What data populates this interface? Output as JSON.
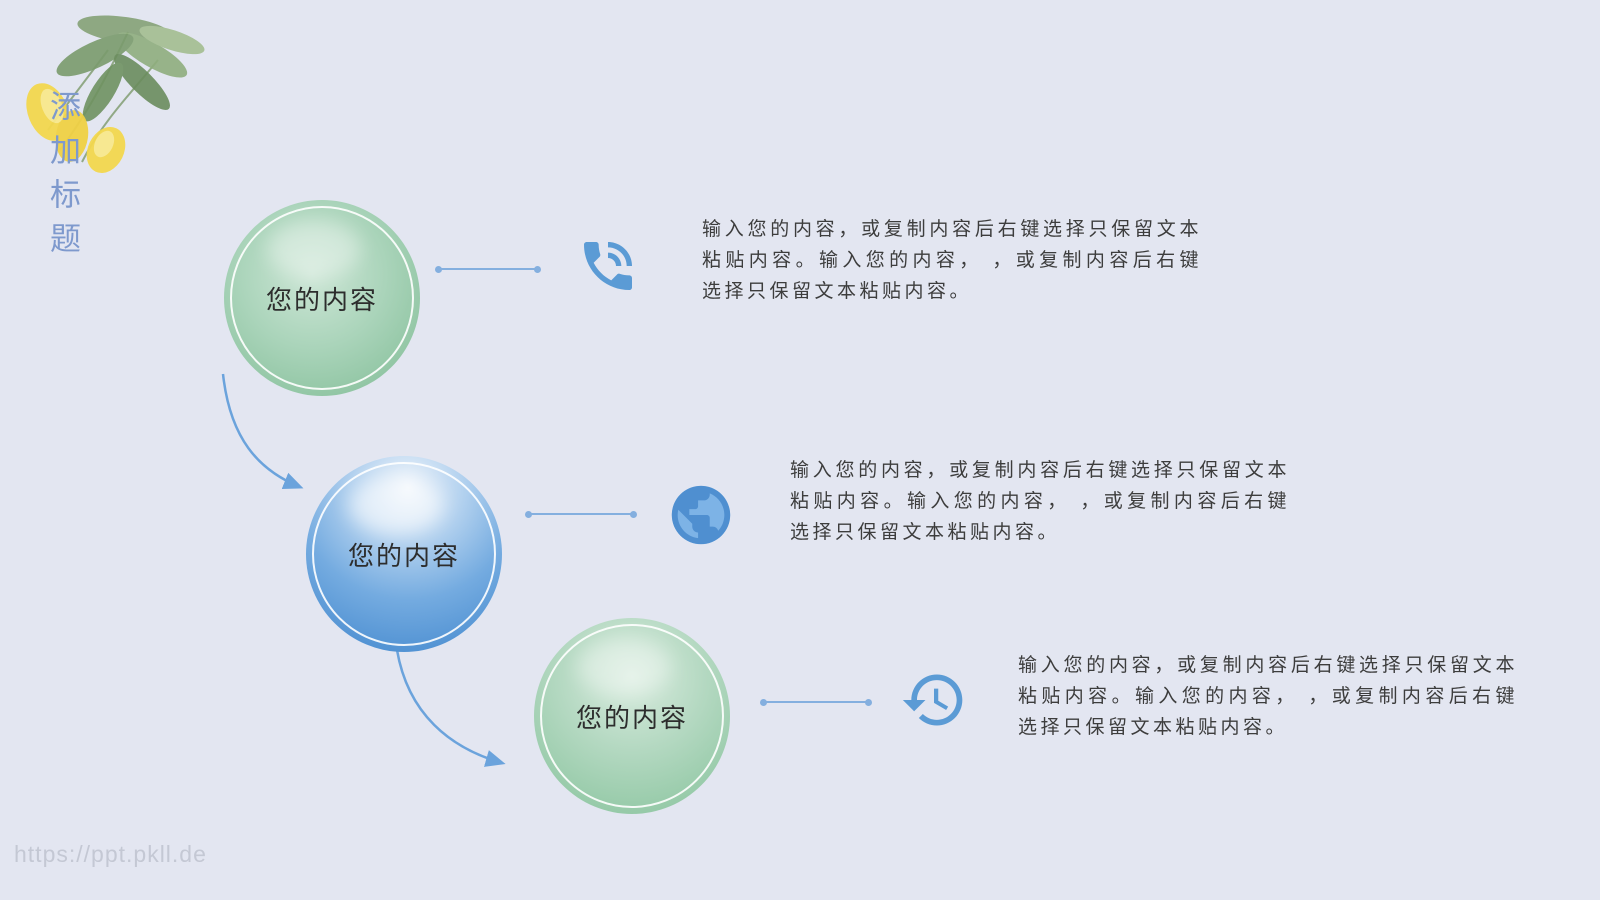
{
  "page": {
    "title": "添加标题",
    "watermark": "https://ppt.pkll.de"
  },
  "colors": {
    "background": "#e3e6f1",
    "accent_blue": "#5b9bd5",
    "connector_blue": "#84afdf",
    "title_blue": "#7e99cd",
    "circle_green": "#9ccfae",
    "circle_blue": "#5f9dd8",
    "body_text": "#3d3d3d",
    "watermark_gray": "#c4c8d4"
  },
  "items": [
    {
      "circle_label": "您的内容",
      "icon": "phone-icon",
      "text": "输入您的内容，或复制内容后右键选择只保留文本粘贴内容。输入您的内容， ，或复制内容后右键选择只保留文本粘贴内容。"
    },
    {
      "circle_label": "您的内容",
      "icon": "globe-icon",
      "text": "输入您的内容，或复制内容后右键选择只保留文本粘贴内容。输入您的内容， ，或复制内容后右键选择只保留文本粘贴内容。"
    },
    {
      "circle_label": "您的内容",
      "icon": "clock-icon",
      "text": "输入您的内容，或复制内容后右键选择只保留文本粘贴内容。输入您的内容， ，或复制内容后右键选择只保留文本粘贴内容。"
    }
  ]
}
